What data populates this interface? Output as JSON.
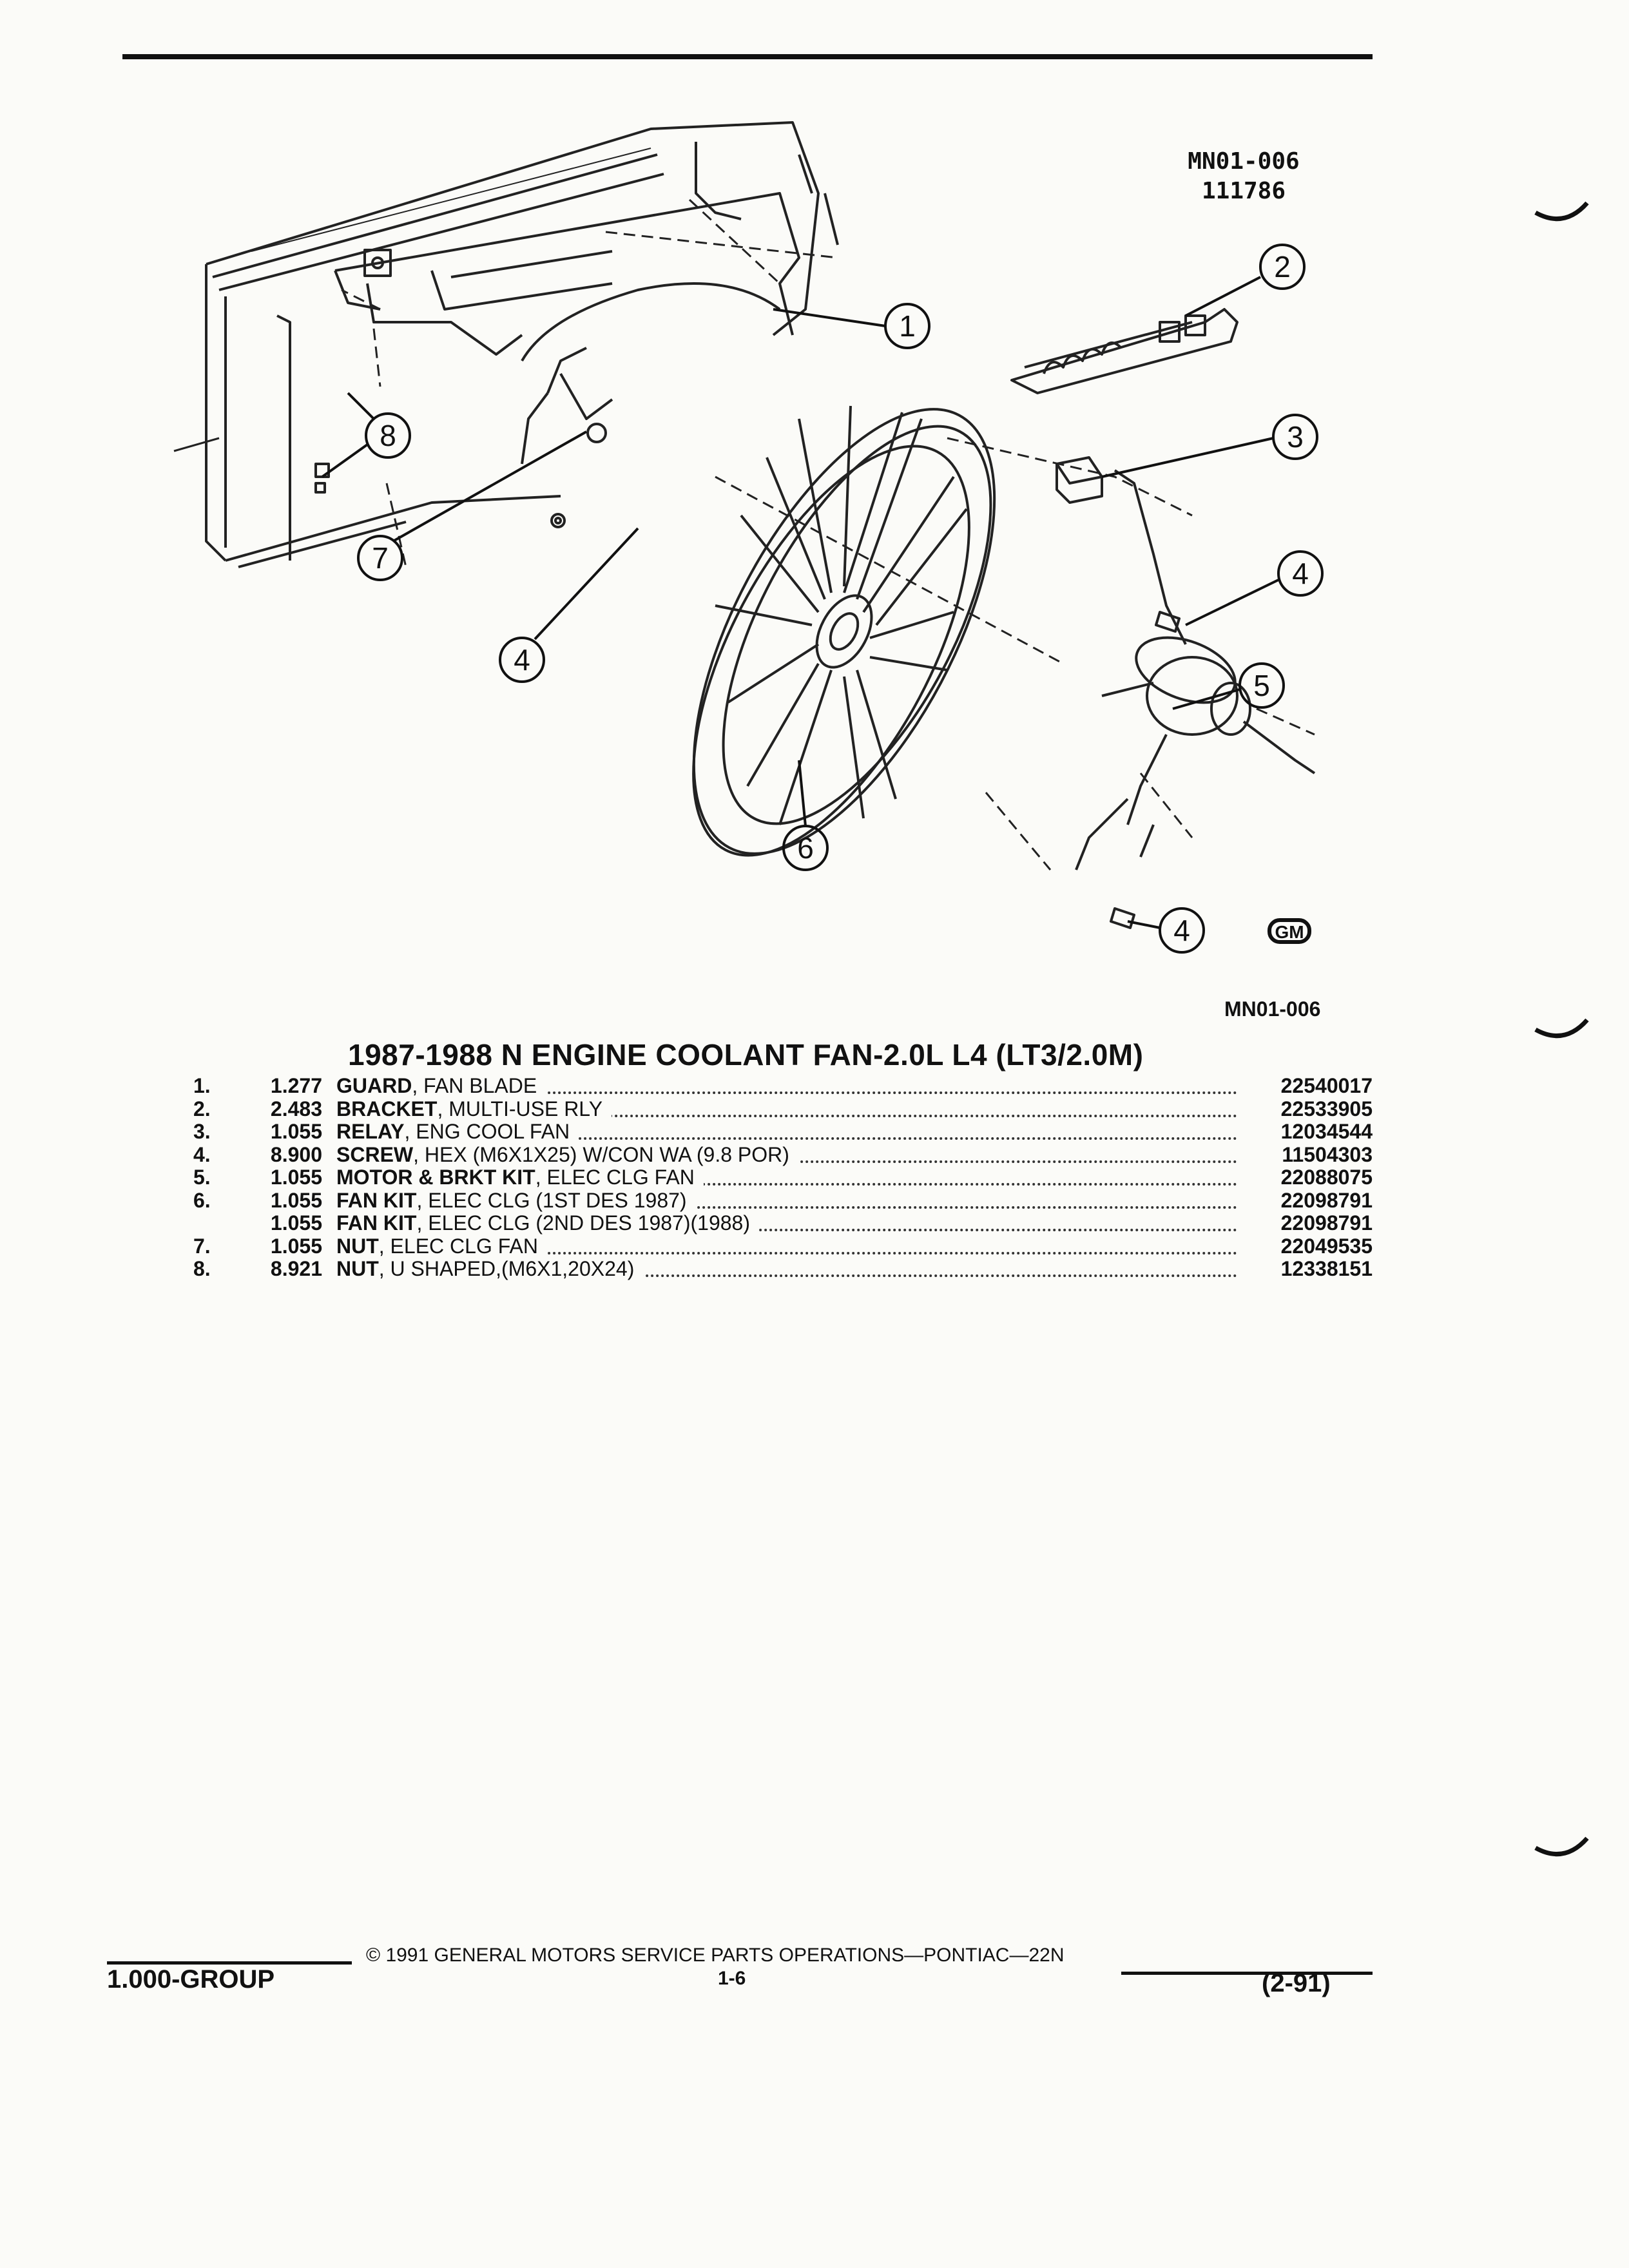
{
  "header": {
    "figure_code": "MN01-006",
    "figure_number": "111786"
  },
  "illustration": {
    "callouts": [
      "1",
      "2",
      "3",
      "4",
      "4",
      "4",
      "5",
      "6",
      "7",
      "8"
    ],
    "logo": "GM"
  },
  "figure_code_bottom": "MN01-006",
  "title": "1987-1988 N ENGINE COOLANT FAN-2.0L L4 (LT3/2.0M)",
  "parts": [
    {
      "no": "1.",
      "qty": "1.277",
      "name": "GUARD",
      "desc": ", FAN BLADE",
      "part": "22540017"
    },
    {
      "no": "2.",
      "qty": "2.483",
      "name": "BRACKET",
      "desc": ", MULTI-USE RLY",
      "part": "22533905"
    },
    {
      "no": "3.",
      "qty": "1.055",
      "name": "RELAY",
      "desc": ", ENG COOL FAN",
      "part": "12034544"
    },
    {
      "no": "4.",
      "qty": "8.900",
      "name": "SCREW",
      "desc": ", HEX (M6X1X25) W/CON WA (9.8 POR)",
      "part": "11504303"
    },
    {
      "no": "5.",
      "qty": "1.055",
      "name": "MOTOR & BRKT KIT",
      "desc": ", ELEC CLG FAN",
      "part": "22088075"
    },
    {
      "no": "6.",
      "qty": "1.055",
      "name": "FAN KIT",
      "desc": ", ELEC CLG (1ST DES 1987)",
      "part": "22098791"
    },
    {
      "no": "",
      "qty": "1.055",
      "name": "FAN KIT",
      "desc": ", ELEC CLG (2ND DES 1987)(1988)",
      "part": "22098791"
    },
    {
      "no": "7.",
      "qty": "1.055",
      "name": "NUT",
      "desc": ", ELEC CLG FAN",
      "part": "22049535"
    },
    {
      "no": "8.",
      "qty": "8.921",
      "name": "NUT",
      "desc": ", U SHAPED,(M6X1,20X24)",
      "part": "12338151"
    }
  ],
  "footer": {
    "group": "1.000-GROUP",
    "copyright": "© 1991 GENERAL MOTORS SERVICE PARTS OPERATIONS—PONTIAC—22N",
    "page": "1-6",
    "date": "(2-91)"
  }
}
